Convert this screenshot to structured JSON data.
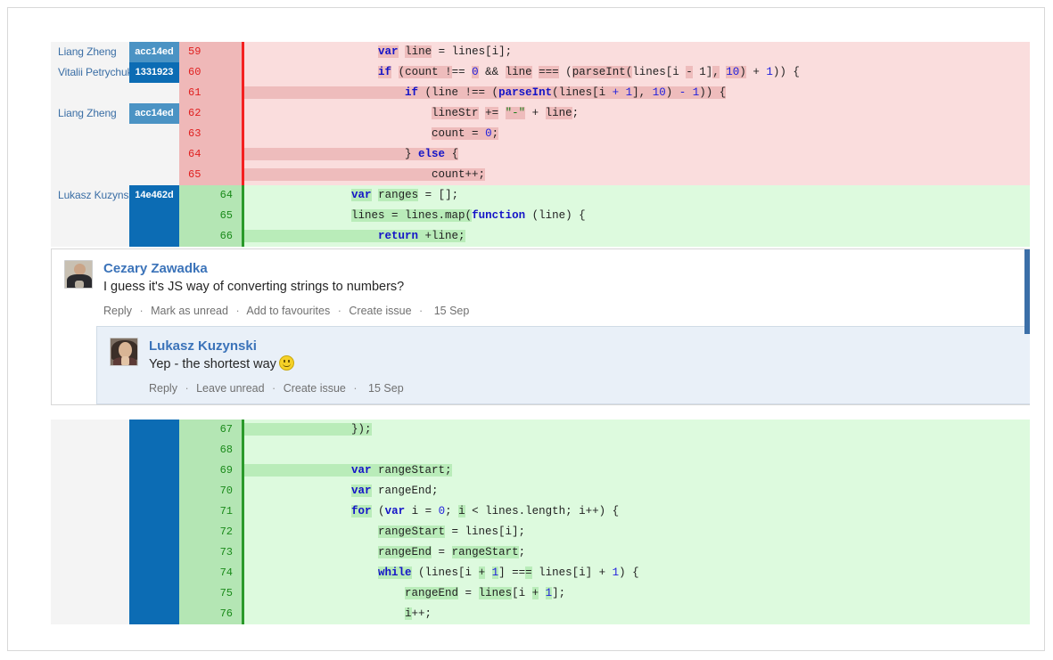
{
  "diff_top": {
    "rows": [
      {
        "kind": "del",
        "author": "Liang Zheng",
        "hash": "acc14ed",
        "hash_style": "light",
        "line": "59",
        "code_html": "                    <span class=\"hl-del kw\">var</span> <span class=\"hl-del\">line</span> = lines[i];",
        "code_text": "                    var line = lines[i];"
      },
      {
        "kind": "del",
        "author": "Vitalii Petrychuk",
        "hash": "1331923",
        "hash_style": "dark",
        "line": "60",
        "code_html": "                    <span class=\"hl-del kw\">if</span> <span class=\"hl-del\">(count !</span>== <span class=\"hl-del num2\">0</span> &amp;&amp; <span class=\"hl-del\">line</span> <span class=\"hl-del\">===</span> (<span class=\"hl-del\">parseInt(</span>lines[i <span class=\"hl-del\">-</span> 1]<span class=\"hl-del\">,</span> <span class=\"hl-del num2\">10</span><span class=\"hl-del\">)</span> + <span class=\"num2\">1</span>)) {",
        "code_text": "                    if (count !== 0 && line === (parseInt(lines[i - 1], 10) + 1)) {"
      },
      {
        "kind": "del",
        "author": "",
        "hash": "",
        "hash_style": "none",
        "line": "61",
        "code_html": "<span class=\"hl-del\">                        <span class=\"kw\">if</span> (line !== (<span class=\"kw\" style=\"color:#1414c8\">parseInt</span>(lines[i <span class=\"num2\">+</span> <span class=\"num2\">1</span>]<span>,</span> <span class=\"num2\">10</span>) <span class=\"num2\">-</span> <span class=\"num2\">1</span>)) {</span>",
        "code_text": "                        if (line !== (parseInt(lines[i + 1], 10) - 1)) {"
      },
      {
        "kind": "del",
        "author": "Liang Zheng",
        "hash": "acc14ed",
        "hash_style": "light",
        "line": "62",
        "code_html": "                            <span class=\"hl-del\">lineStr</span> <span class=\"hl-del\">+=</span> <span class=\"hl-del str\">\"-\"</span> + <span class=\"hl-del\">line</span>;",
        "code_text": "                            lineStr += \"-\" + line;"
      },
      {
        "kind": "del",
        "author": "",
        "hash": "",
        "hash_style": "none",
        "line": "63",
        "code_html": "                            <span class=\"hl-del\">count = <span class=\"num2\">0</span>;</span>",
        "code_text": "                            count = 0;"
      },
      {
        "kind": "del",
        "author": "",
        "hash": "",
        "hash_style": "none",
        "line": "64",
        "code_html": "<span class=\"hl-del\">                        } <span class=\"kw\">else</span> {</span>",
        "code_text": "                        } else {"
      },
      {
        "kind": "del",
        "author": "",
        "hash": "",
        "hash_style": "none",
        "line": "65",
        "code_html": "<span class=\"hl-del\">                            count++;</span>",
        "code_text": "                            count++;"
      },
      {
        "kind": "add",
        "author": "Lukasz Kuzynski",
        "hash": "14e462d",
        "hash_style": "dark",
        "line": "64",
        "code_html": "                <span class=\"hl-add kw\">var</span> <span class=\"hl-add\">ranges</span> = [];",
        "code_text": "                var ranges = [];"
      },
      {
        "kind": "add",
        "author": "",
        "hash": "",
        "hash_style": "empty",
        "line": "65",
        "code_html": "                <span class=\"hl-add\">lines = lines.map(</span><span class=\"kw\">function</span> (line) {",
        "code_text": "                lines = lines.map(function (line) {"
      },
      {
        "kind": "add",
        "author": "",
        "hash": "",
        "hash_style": "empty",
        "line": "66",
        "code_html": "<span class=\"hl-add\">                    <span class=\"kw\">return</span> +line;</span>",
        "code_text": "                    return +line;"
      }
    ]
  },
  "comments": {
    "main": {
      "author": "Cezary Zawadka",
      "text": "I guess it's JS way of converting strings to numbers?",
      "actions": [
        "Reply",
        "Mark as unread",
        "Add to favourites",
        "Create issue"
      ],
      "date": "15 Sep",
      "unread": true,
      "unread_color": "#3b6fa8"
    },
    "reply": {
      "author": "Lukasz Kuzynski",
      "text": "Yep - the shortest way",
      "emoji": "slightly-smiling-face",
      "actions": [
        "Reply",
        "Leave unread",
        "Create issue"
      ],
      "date": "15 Sep",
      "background": "#e9f0f8"
    },
    "separator": "·"
  },
  "diff_bottom": {
    "rows": [
      {
        "kind": "add",
        "author": "",
        "hash": "",
        "hash_style": "empty",
        "line": "67",
        "code_html": "<span class=\"hl-add\">                });</span>",
        "code_text": "                });"
      },
      {
        "kind": "add",
        "author": "",
        "hash": "",
        "hash_style": "empty",
        "line": "68",
        "code_html": "",
        "code_text": ""
      },
      {
        "kind": "add",
        "author": "",
        "hash": "",
        "hash_style": "empty",
        "line": "69",
        "code_html": "<span class=\"hl-add\">                <span class=\"kw\">var</span> rangeStart;</span>",
        "code_text": "                var rangeStart;"
      },
      {
        "kind": "add",
        "author": "",
        "hash": "",
        "hash_style": "empty",
        "line": "70",
        "code_html": "                <span class=\"hl-add kw\">var</span> rangeEnd;",
        "code_text": "                var rangeEnd;"
      },
      {
        "kind": "add",
        "author": "",
        "hash": "",
        "hash_style": "empty",
        "line": "71",
        "code_html": "                <span class=\"hl-add kw\">for</span> (<span class=\"kw\">var</span> i = <span class=\"num2\">0</span>; <span class=\"hl-add\">i</span> &lt; lines.length; i++) {",
        "code_text": "                for (var i = 0; i < lines.length; i++) {"
      },
      {
        "kind": "add",
        "author": "",
        "hash": "",
        "hash_style": "empty",
        "line": "72",
        "code_html": "                    <span class=\"hl-add\">rangeStart</span> = lines[i];",
        "code_text": "                    rangeStart = lines[i];"
      },
      {
        "kind": "add",
        "author": "",
        "hash": "",
        "hash_style": "empty",
        "line": "73",
        "code_html": "                    <span class=\"hl-add\">rangeEnd</span> = <span class=\"hl-add\">rangeStart</span>;",
        "code_text": "                    rangeEnd = rangeStart;"
      },
      {
        "kind": "add",
        "author": "",
        "hash": "",
        "hash_style": "empty",
        "line": "74",
        "code_html": "                    <span class=\"hl-add kw\">while</span> (lines[i <span class=\"hl-add\">+</span> <span class=\"hl-add num2\">1</span>] ==<span class=\"hl-add\">=</span> lines[i] + <span class=\"num2\">1</span>) {",
        "code_text": "                    while (lines[i + 1] === lines[i] + 1) {"
      },
      {
        "kind": "add",
        "author": "",
        "hash": "",
        "hash_style": "empty",
        "line": "75",
        "code_html": "                        <span class=\"hl-add\">rangeEnd</span> = <span class=\"hl-add\">lines</span>[i <span class=\"hl-add\">+</span> <span class=\"hl-add num2\">1</span>];",
        "code_text": "                        rangeEnd = lines[i + 1];"
      },
      {
        "kind": "add",
        "author": "",
        "hash": "",
        "hash_style": "empty",
        "line": "76",
        "code_html": "                        <span class=\"hl-add\">i</span>++;",
        "code_text": "                        i++;"
      }
    ]
  },
  "colors": {
    "del_code_bg": "#fadddd",
    "del_gutter_bg": "#efb8b8",
    "del_sep": "#f42020",
    "add_code_bg": "#ddfade",
    "add_gutter_bg": "#b4e6b4",
    "add_sep": "#2a9a2a",
    "blame_light": "#4b93c4",
    "blame_dark": "#0c6cb4",
    "blame_author_bg": "#f4f4f4",
    "author_link": "#3b73b9"
  }
}
